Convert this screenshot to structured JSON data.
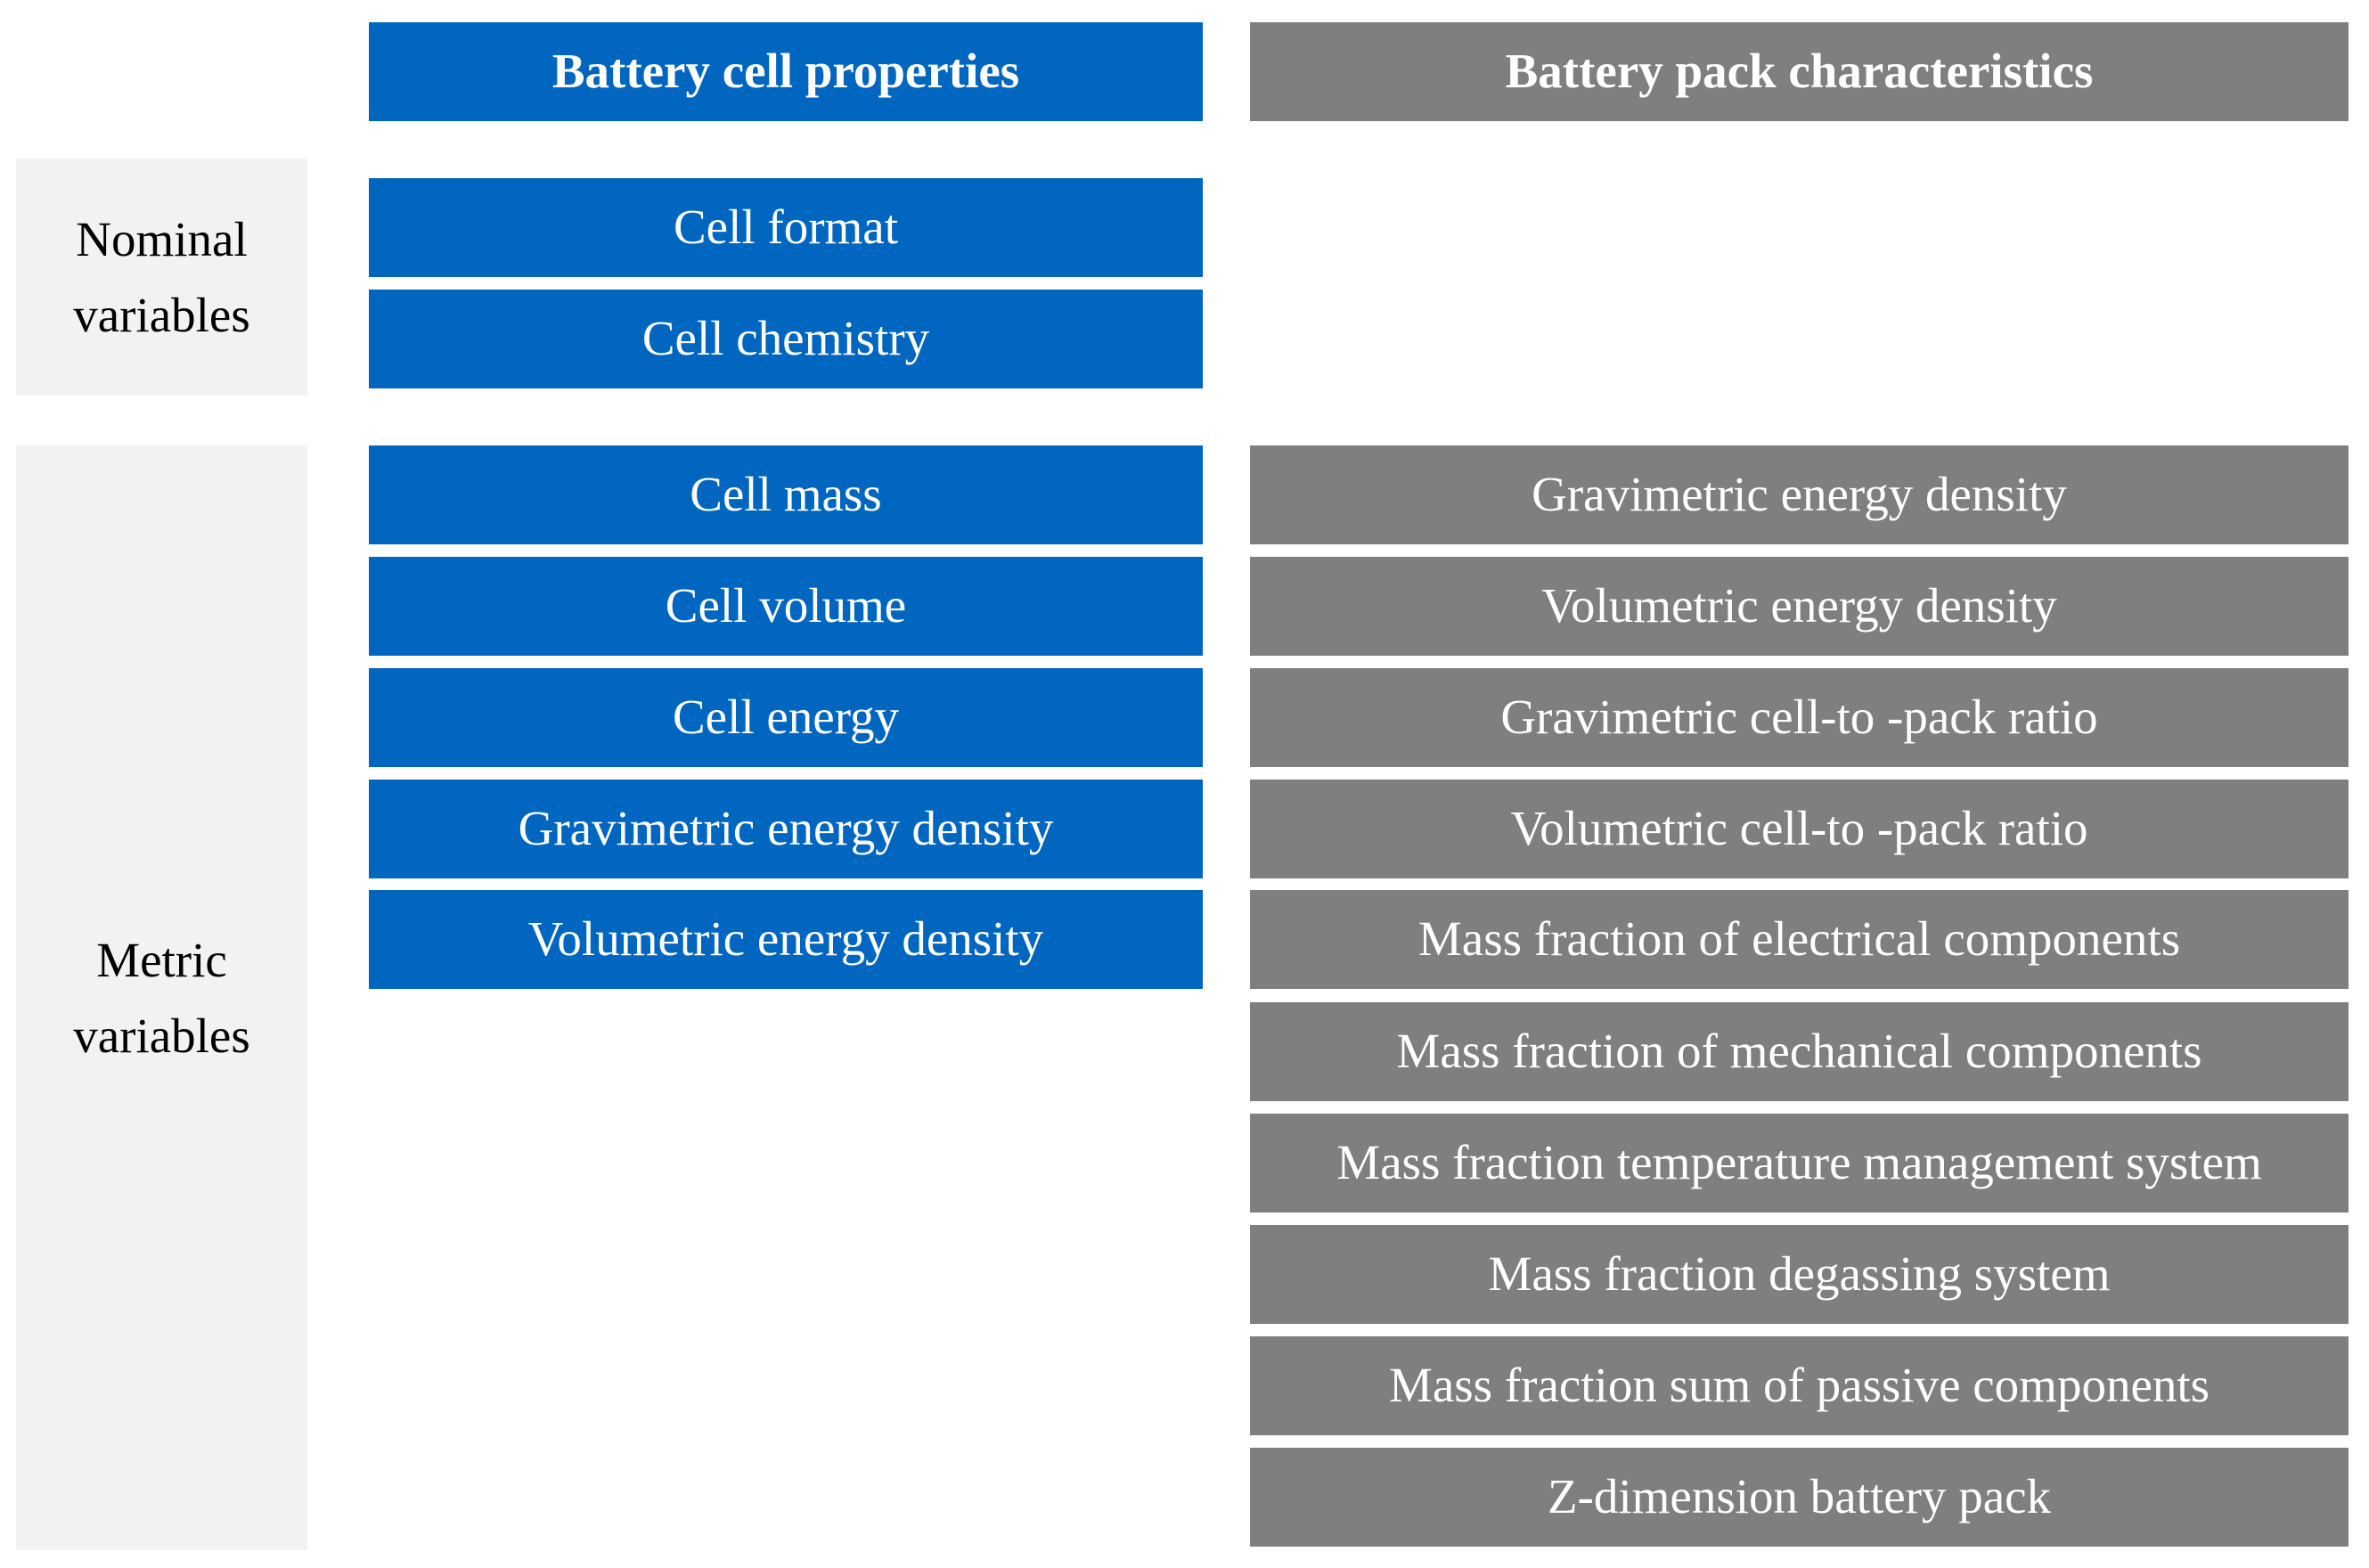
{
  "headers": {
    "cell": "Battery cell properties",
    "pack": "Battery pack characteristics"
  },
  "side_labels": {
    "nominal": [
      "Nominal",
      "variables"
    ],
    "metric": [
      "Metric",
      "variables"
    ]
  },
  "nominal_cell": [
    "Cell format",
    "Cell chemistry"
  ],
  "metric_cell": [
    "Cell mass",
    "Cell volume",
    "Cell energy",
    "Gravimetric energy density",
    "Volumetric energy density"
  ],
  "metric_pack": [
    "Gravimetric energy density",
    "Volumetric energy density",
    "Gravimetric cell-to -pack ratio",
    "Volumetric cell-to -pack ratio",
    "Mass fraction of electrical components",
    "Mass fraction of mechanical components",
    "Mass fraction temperature management system",
    "Mass fraction degassing system",
    "Mass fraction sum of passive components",
    "Z-dimension battery pack"
  ],
  "colors": {
    "cell": "#0066c0",
    "pack": "#7f7f7f",
    "side": "#f2f2f2"
  }
}
